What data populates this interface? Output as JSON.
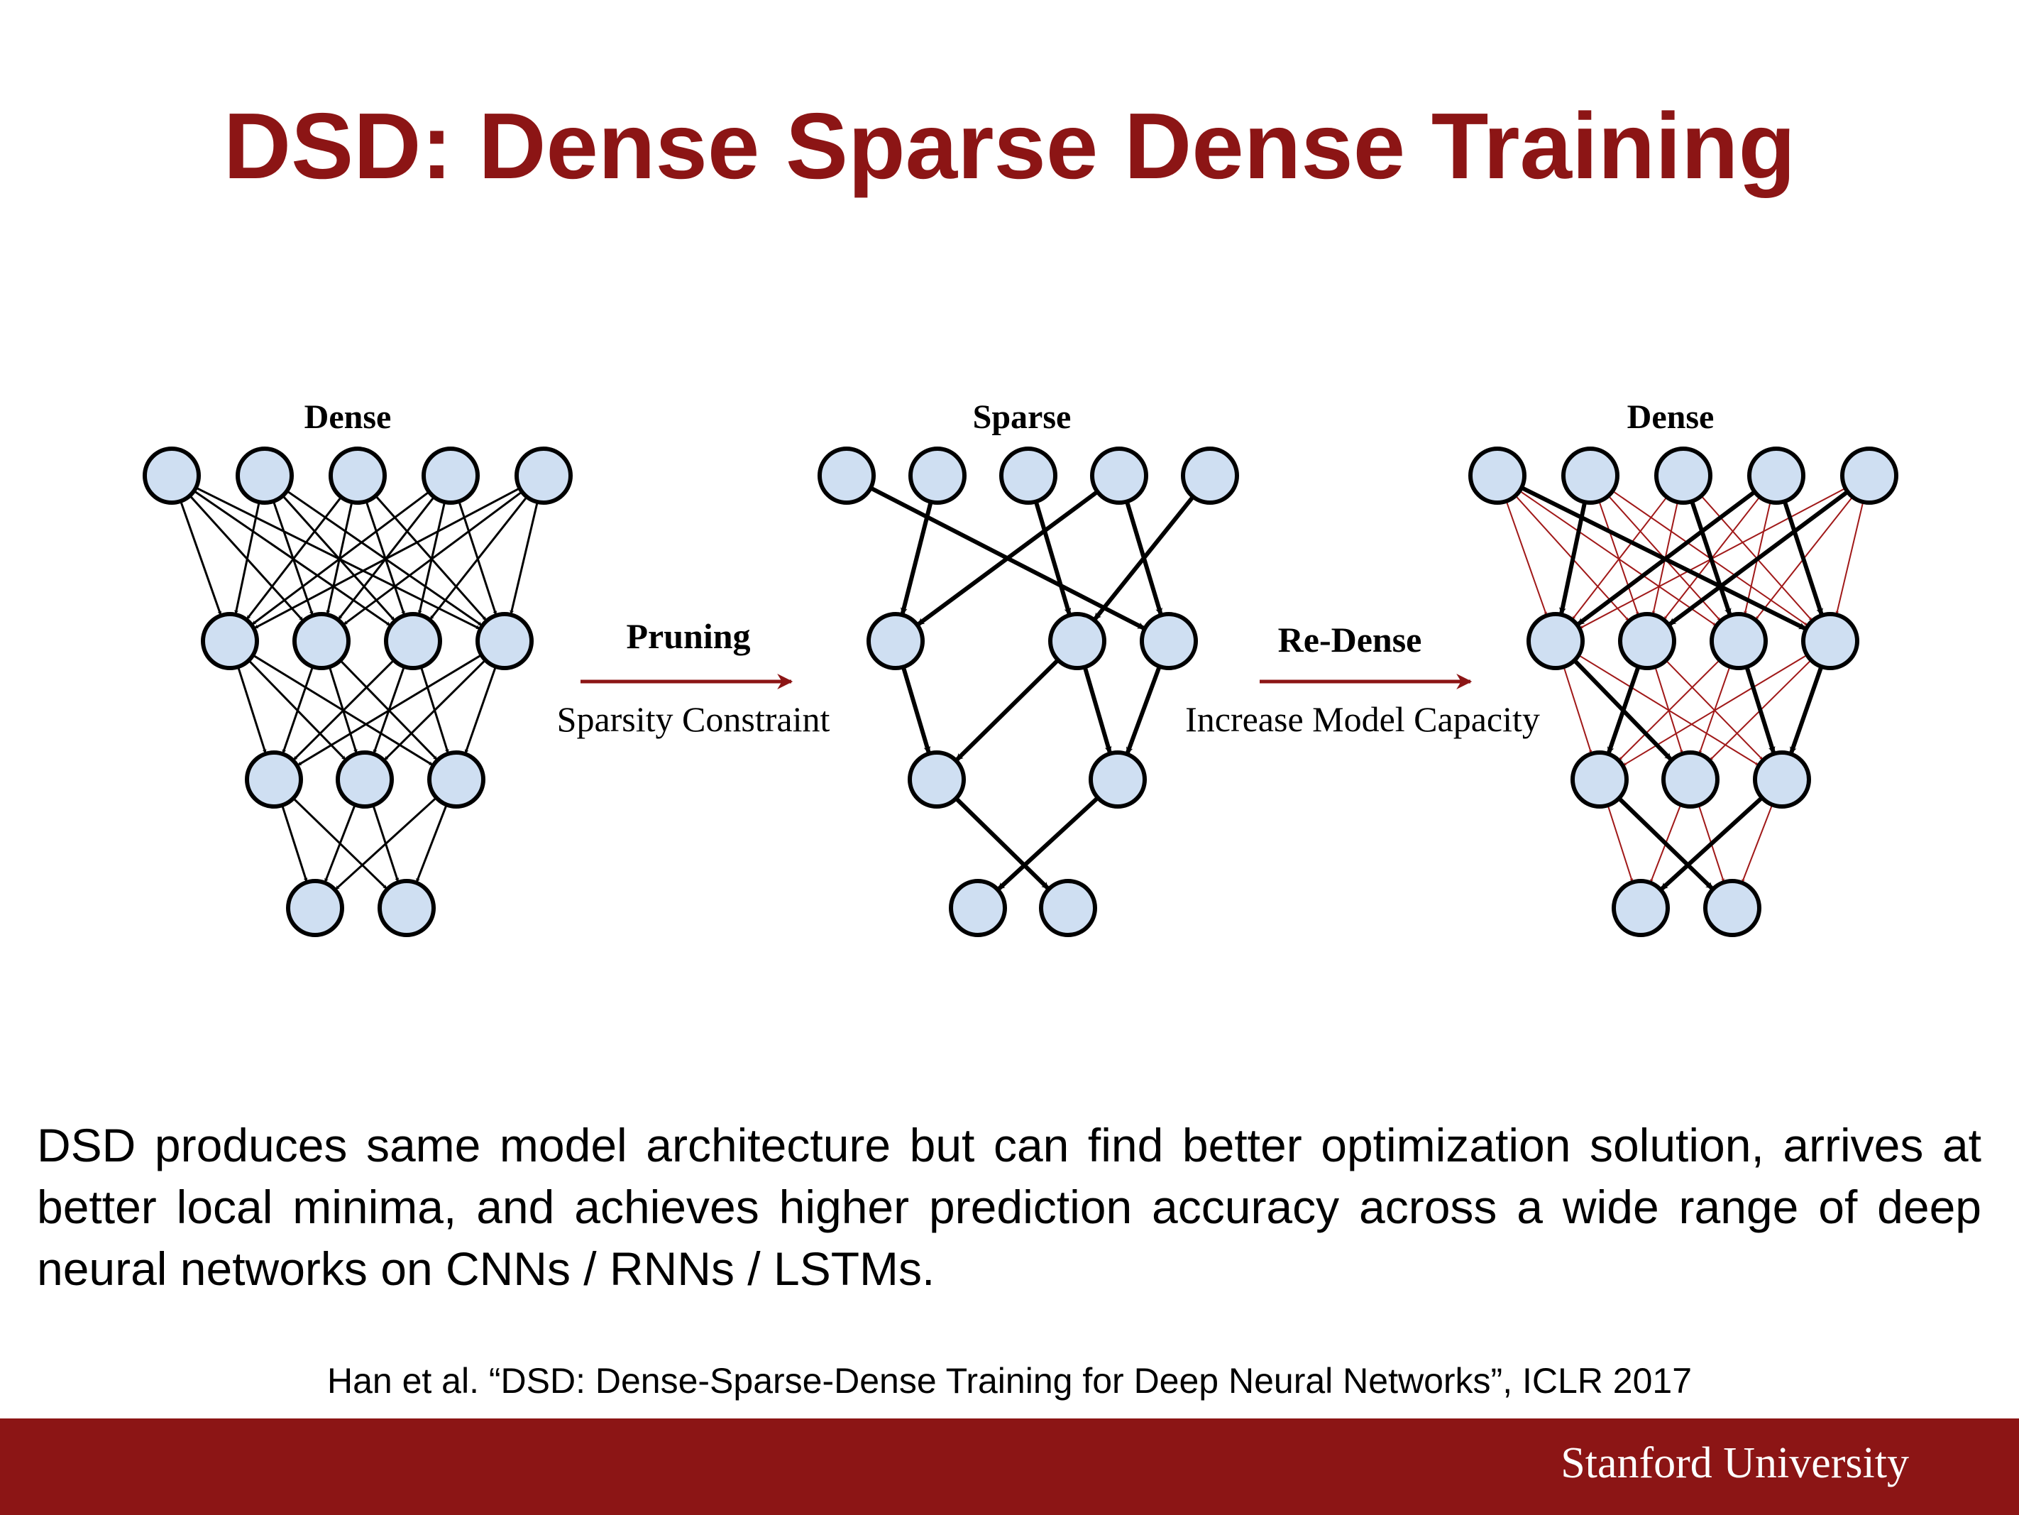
{
  "slide": {
    "title": "DSD: Dense Sparse Dense Training",
    "body": "DSD produces same model architecture but can find better optimization solution, arrives at better local minima, and achieves higher prediction accuracy across a wide range of deep neural networks on CNNs / RNNs / LSTMs.",
    "citation": "Han et al. “DSD: Dense-Sparse-Dense Training for Deep Neural Networks”, ICLR 2017",
    "footer_logo": "Stanford University"
  },
  "diagram": {
    "panels": [
      {
        "title": "Dense",
        "edge_style": "dense"
      },
      {
        "title": "Sparse",
        "edge_style": "sparse"
      },
      {
        "title": "Dense",
        "edge_style": "redense"
      }
    ],
    "layer_sizes": [
      5,
      4,
      3,
      2
    ],
    "sparse_layer_sizes": [
      5,
      3,
      2,
      2
    ],
    "transitions": [
      {
        "label": "Pruning",
        "caption": "Sparsity Constraint"
      },
      {
        "label": "Re-Dense",
        "caption": "Increase Model Capacity"
      }
    ],
    "colors": {
      "accent": "#8c1515",
      "node_fill": "#cfdff2",
      "node_stroke": "#000000",
      "pruned_edge": "#000000",
      "restored_edge": "#a01818"
    }
  }
}
